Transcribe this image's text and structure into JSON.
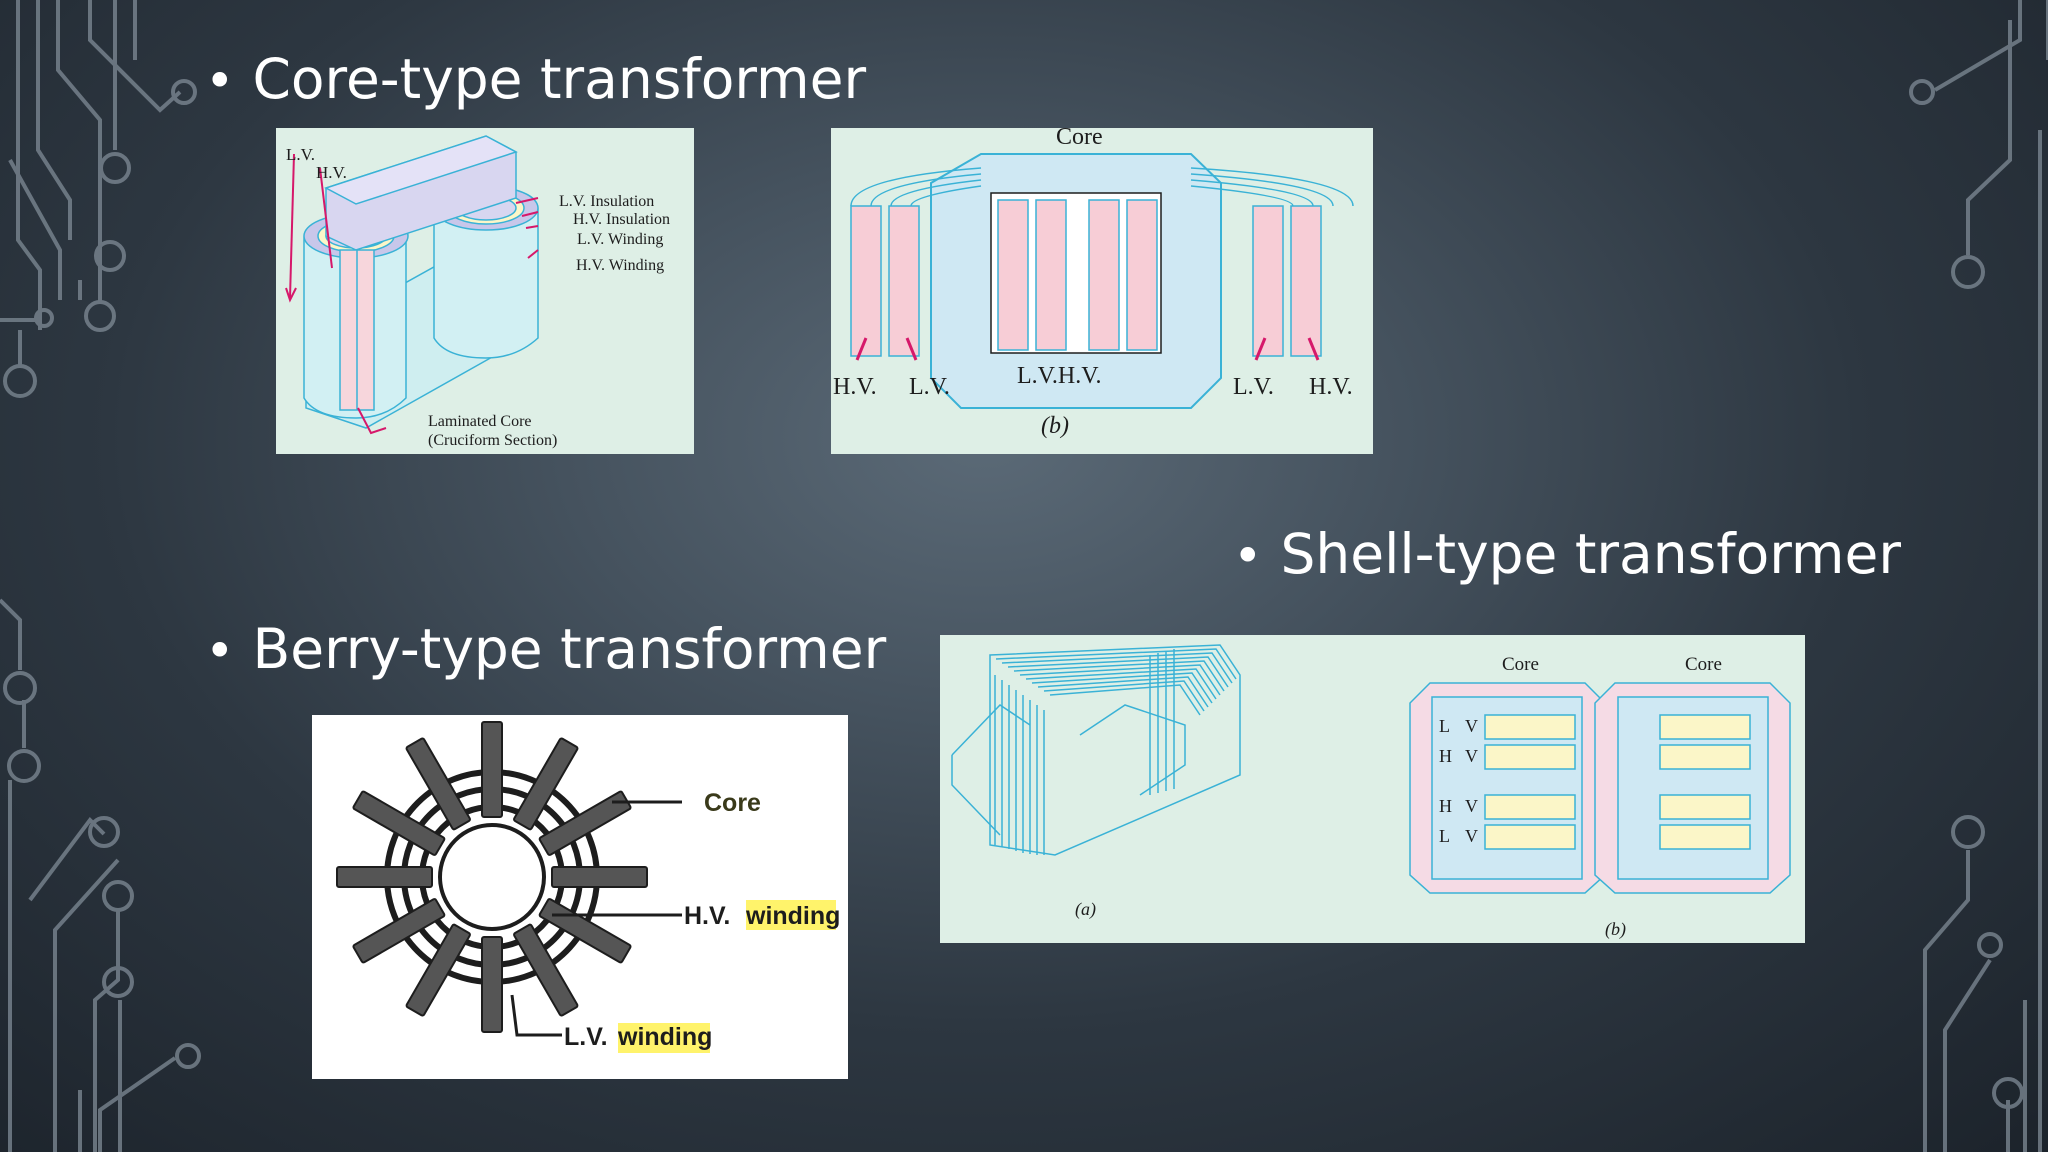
{
  "slide": {
    "bullets": {
      "core_type": "Core-type transformer",
      "shell_type": "Shell-type transformer",
      "berry_type": "Berry-type transformer"
    }
  },
  "core_figure_a": {
    "lv": "L.V.",
    "hv": "H.V.",
    "lv_insulation": "L.V. Insulation",
    "hv_insulation": "H.V. Insulation",
    "lv_winding": "L.V. Winding",
    "hv_winding": "H.V. Winding",
    "laminated_core": "Laminated Core",
    "cruciform": "(Cruciform Section)"
  },
  "core_figure_b": {
    "core": "Core",
    "hv_left": "H.V.",
    "lv_left": "L.V.",
    "lvhv_center": "L.V.H.V.",
    "lv_right": "L.V.",
    "hv_right": "H.V.",
    "caption": "(b)"
  },
  "berry_figure": {
    "core": "Core",
    "hv_winding_prefix": "H.V.",
    "hv_winding_word": "winding",
    "lv_winding_prefix": "L.V.",
    "lv_winding_word": "winding"
  },
  "shell_figure": {
    "caption_a": "(a)",
    "caption_b": "(b)",
    "core_left": "Core",
    "core_right": "Core",
    "l1": "L",
    "h1": "H",
    "h2": "H",
    "l2": "L",
    "v1": "V",
    "v2": "V",
    "v3": "V",
    "v4": "V"
  },
  "colors": {
    "panel_bg": "#deefe6",
    "core_fill": "#d8d6f0",
    "core_stroke": "#3ab2d6",
    "winding_pink": "#f7cdd6",
    "insulation_yellow": "#fbf6c8",
    "arrow_magenta": "#d6186a",
    "highlight_yellow": "#fff36b"
  }
}
